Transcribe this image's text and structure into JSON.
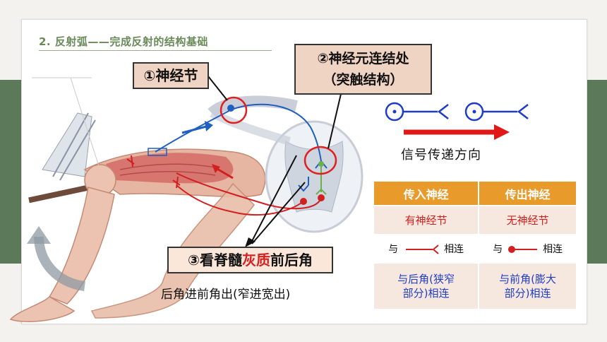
{
  "heading": "2.  反射弧——完成反射的结构基础",
  "labels": {
    "ganglion": "①神经节",
    "synapse_line1": "②神经元连结处",
    "synapse_line2": "（突触结构）",
    "gray_pre": "③看脊髓",
    "gray_red": "灰质",
    "gray_post": "前后角",
    "gray_sub": "后角进前角出(窄进宽出)",
    "signal": "信号传递方向"
  },
  "table": {
    "headers": [
      "传入神经",
      "传出神经"
    ],
    "row1": [
      "有神经节",
      "无神经节"
    ],
    "row2_left_pre": "与",
    "row2_left_post": "相连",
    "row2_right_pre": "与",
    "row2_right_post": "相连",
    "row3_left_line1": "与后角(狭窄",
    "row3_left_line2": "部分)相连",
    "row3_right_line1": "与前角(膨大",
    "row3_right_line2": "部分)相连"
  },
  "colors": {
    "afferent": "#1f5fbf",
    "efferent": "#d21f1f",
    "header_bg": "#e89a2b",
    "box_bg": "#efd3c3",
    "band": "#5c7a5a"
  }
}
